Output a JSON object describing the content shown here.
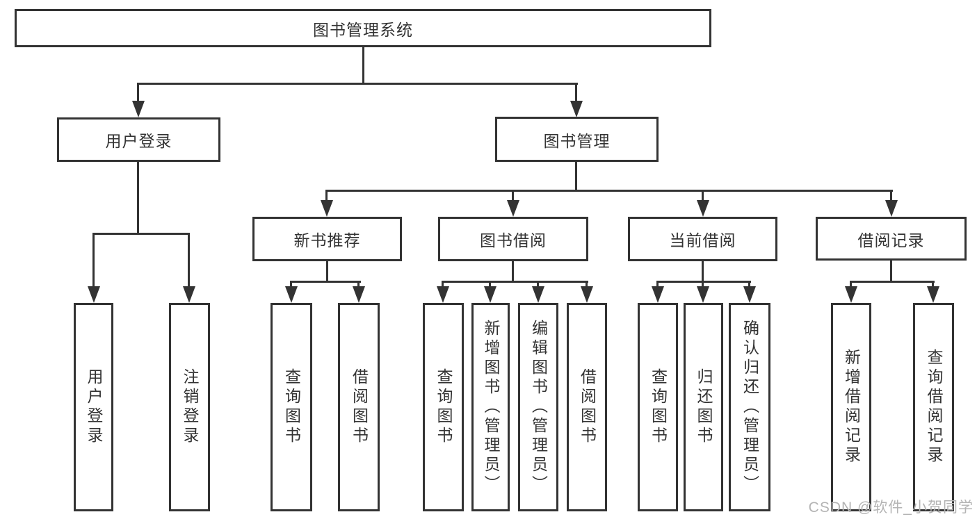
{
  "diagram": {
    "title": "图书管理系统",
    "watermark": "CSDN @软件_小贺同学",
    "colors": {
      "line": "#333333",
      "box_border": "#333333",
      "text": "#333333",
      "watermark": "#b4b4b4",
      "background": "#ffffff"
    },
    "tree": {
      "label": "图书管理系统",
      "children": [
        {
          "label": "用户登录",
          "children": [
            {
              "label": "用户登录"
            },
            {
              "label": "注销登录"
            }
          ]
        },
        {
          "label": "图书管理",
          "children": [
            {
              "label": "新书推荐",
              "children": [
                {
                  "label": "查询图书"
                },
                {
                  "label": "借阅图书"
                }
              ]
            },
            {
              "label": "图书借阅",
              "children": [
                {
                  "label": "查询图书"
                },
                {
                  "label": "新增图书（管理员）"
                },
                {
                  "label": "编辑图书（管理员）"
                },
                {
                  "label": "借阅图书"
                }
              ]
            },
            {
              "label": "当前借阅",
              "children": [
                {
                  "label": "查询图书"
                },
                {
                  "label": "归还图书"
                },
                {
                  "label": "确认归还（管理员）"
                }
              ]
            },
            {
              "label": "借阅记录",
              "children": [
                {
                  "label": "新增借阅记录"
                },
                {
                  "label": "查询借阅记录"
                }
              ]
            }
          ]
        }
      ]
    }
  }
}
